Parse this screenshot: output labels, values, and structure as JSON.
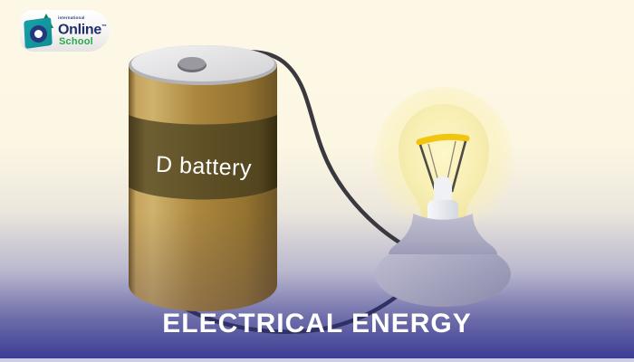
{
  "logo": {
    "tagline": "international",
    "name": "Online",
    "trademark": "™",
    "subname": "School",
    "icon": "droplet-square-logo-icon",
    "colors": {
      "teal": "#149a9f",
      "navy": "#1e2f6f",
      "green": "#27aa4d"
    }
  },
  "diagram": {
    "battery": {
      "label": "D battery",
      "body_color": "#ab873f",
      "band_color": "#5f5026"
    },
    "bulb": {
      "glow_color": "#f8efb4",
      "filament_color": "#f2c511",
      "base_color": "#a7a6c0"
    },
    "wires": {
      "top_wire_color": "#3a393f",
      "bottom_wire_color": "#2f3163"
    }
  },
  "title": {
    "text": "ELECTRICAL ENERGY",
    "color": "#ffffff"
  },
  "background": {
    "top": "#fdf8e6",
    "bottom": "#3c3d95"
  }
}
